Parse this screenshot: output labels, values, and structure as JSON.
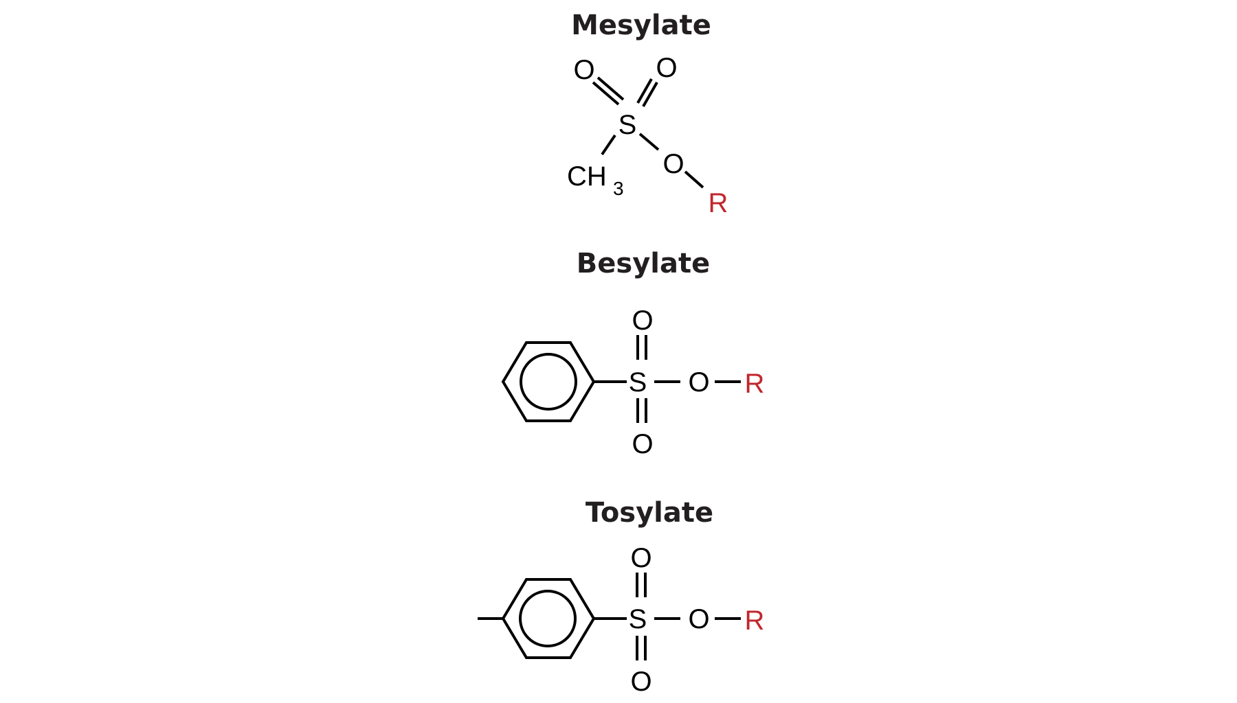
{
  "figure": {
    "colors": {
      "text": "#231f20",
      "bond": "#000000",
      "r_group": "#c1272d",
      "background": "#ffffff"
    },
    "structures": [
      {
        "name": "Mesylate",
        "atoms": {
          "sulfur": "S",
          "oxygen_left": "O",
          "oxygen_right": "O",
          "ester_oxygen": "O",
          "methyl": "CH",
          "methyl_subscript": "3",
          "r_group": "R"
        }
      },
      {
        "name": "Besylate",
        "atoms": {
          "sulfur": "S",
          "oxygen_top": "O",
          "oxygen_bottom": "O",
          "ester_oxygen": "O",
          "r_group": "R"
        },
        "substituent": "phenyl ring"
      },
      {
        "name": "Tosylate",
        "atoms": {
          "sulfur": "S",
          "oxygen_top": "O",
          "oxygen_bottom": "O",
          "ester_oxygen": "O",
          "r_group": "R"
        },
        "substituent": "p-methylphenyl ring"
      }
    ]
  }
}
